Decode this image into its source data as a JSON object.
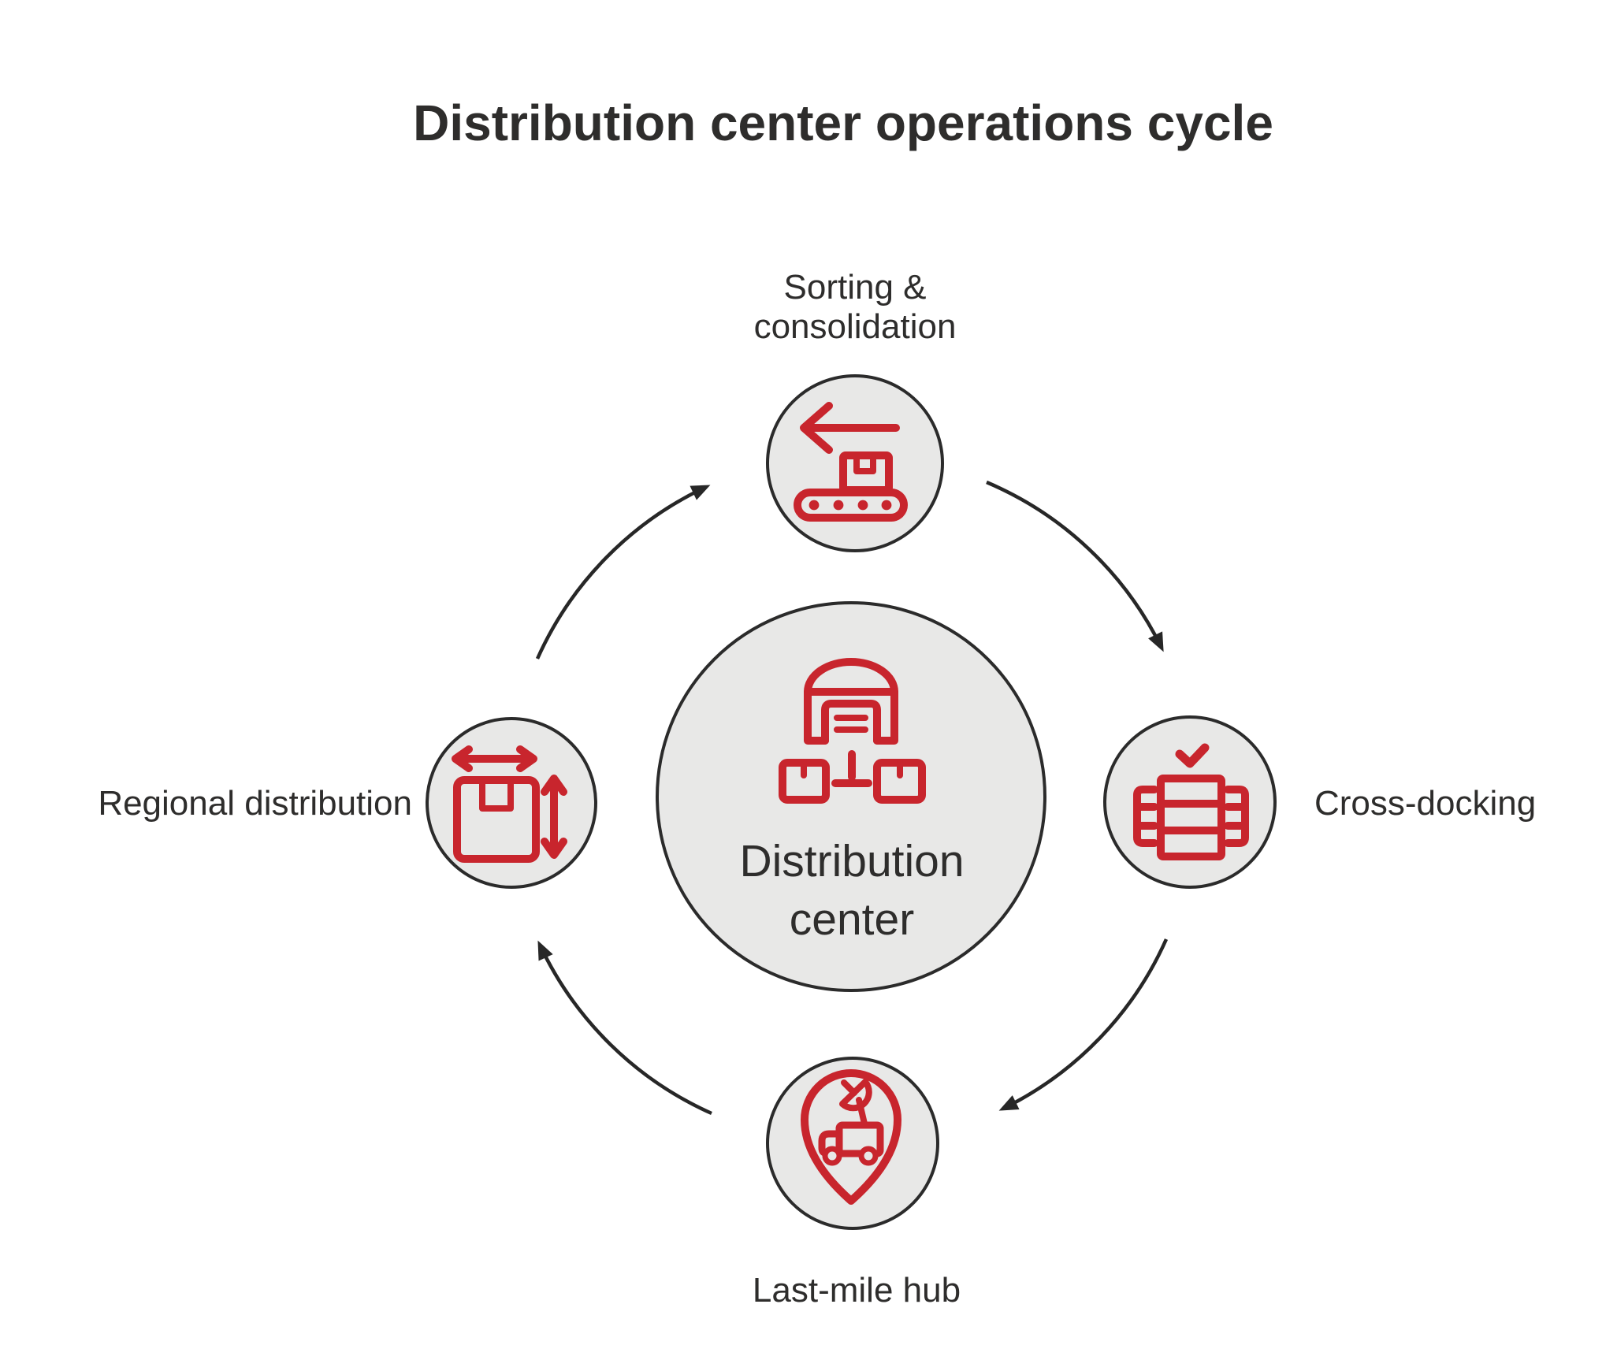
{
  "title": "Distribution center operations cycle",
  "colors": {
    "accent_red": "#c8252d",
    "node_fill": "#e8e8e7",
    "node_stroke": "#2b2b2b",
    "arrow_color": "#272727",
    "text_color": "#2e2d2c",
    "background": "#ffffff"
  },
  "center_node": {
    "label_line1": "Distribution",
    "label_line2": "center",
    "icon": "warehouse-network-icon"
  },
  "nodes": {
    "top": {
      "label_line1": "Sorting &",
      "label_line2": "consolidation",
      "icon": "conveyor-belt-icon"
    },
    "right": {
      "label": "Cross-docking",
      "icon": "stacked-crates-check-icon"
    },
    "bottom": {
      "label": "Last-mile hub",
      "icon": "truck-location-pin-icon"
    },
    "left": {
      "label": "Regional distribution",
      "icon": "package-dimensions-icon"
    }
  },
  "flow": {
    "direction": "clockwise",
    "sequence": [
      "Sorting & consolidation",
      "Cross-docking",
      "Last-mile hub",
      "Regional distribution"
    ]
  }
}
